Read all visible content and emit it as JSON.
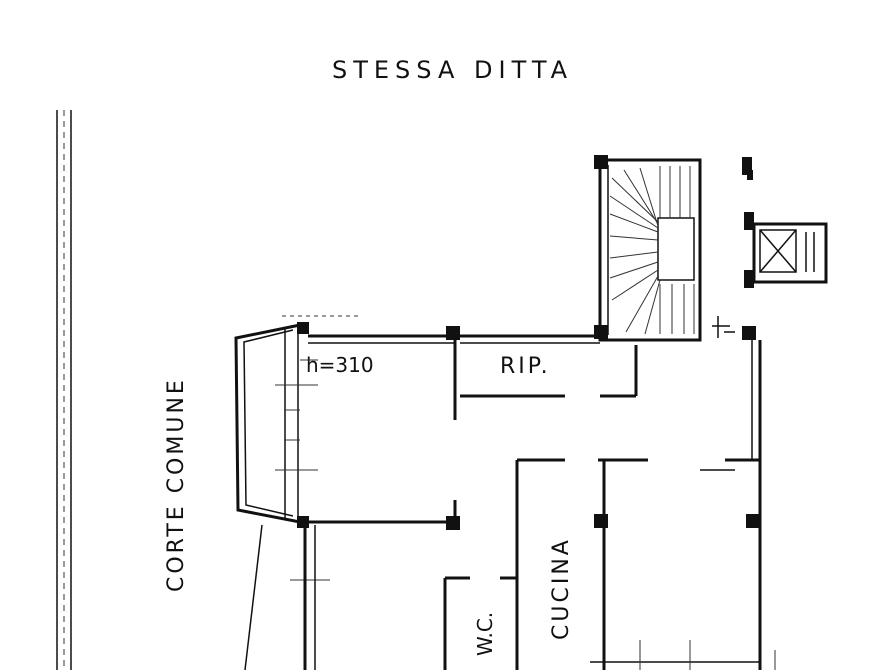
{
  "plan": {
    "top_label": "STESSA DITTA",
    "side_label": "CORTE COMUNE",
    "height_note": "h=310",
    "rooms": {
      "rip": "RIP.",
      "cucina": "CUCINA",
      "wc": "W.C."
    }
  }
}
